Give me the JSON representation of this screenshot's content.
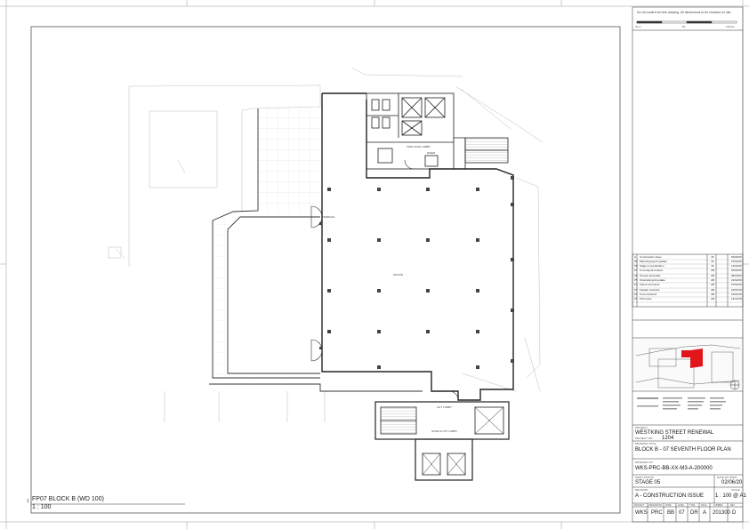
{
  "sheet": {
    "border_note": "Do not scale from this drawing. All dimensions to be checked on site.",
    "scale_bar": [
      "0mm",
      "50",
      "100mm"
    ]
  },
  "drawing_label": {
    "number": "1",
    "title": "FP07 BLOCK B (WD 100)",
    "scale": "1 : 100"
  },
  "rooms": {
    "office": "OFFICE",
    "stair_core": "FIRE STAIR LOBBY",
    "lift_lobby": "LIFT LOBBY",
    "terrace": "TERRACE",
    "stair_lower": "STAIR & LIFT LOBBY",
    "riser": "RISER"
  },
  "revisions": [
    {
      "rev": "A",
      "desc": "Construction Issue",
      "by": "JS",
      "date": "02/06/20"
    },
    {
      "rev": "P9",
      "desc": "Planning layout update",
      "by": "JS",
      "date": "27/04/20"
    },
    {
      "rev": "P8",
      "desc": "Stage 4 coordination",
      "by": "JS",
      "date": "14/04/20"
    },
    {
      "rev": "P7",
      "desc": "Core layout revised",
      "by": "AB",
      "date": "20/03/20"
    },
    {
      "rev": "P6",
      "desc": "Terrace amended",
      "by": "AB",
      "date": "06/03/20"
    },
    {
      "rev": "P5",
      "desc": "Structural grid update",
      "by": "AB",
      "date": "21/02/20"
    },
    {
      "rev": "P4",
      "desc": "Client comments",
      "by": "AB",
      "date": "07/02/20"
    },
    {
      "rev": "P3",
      "desc": "Facade revisions",
      "by": "AB",
      "date": "24/01/20"
    },
    {
      "rev": "P2",
      "desc": "Core revisions",
      "by": "AB",
      "date": "10/01/20"
    },
    {
      "rev": "P1",
      "desc": "First issue",
      "by": "AB",
      "date": "13/12/19"
    }
  ],
  "title_block": {
    "project_label": "PROJECT",
    "project": "WESTKING STREET RENEWAL",
    "project_no_label": "PROJECT NO.",
    "project_no": "1204",
    "drawing_title_label": "DRAWING TITLE",
    "drawing_title": "BLOCK B - 07 SEVENTH FLOOR PLAN",
    "drawing_no_label": "DRAWING NO.",
    "drawing_no": "WKS-PRC-BB-XX-M3-A-200000",
    "status_label": "PRINT STATUS",
    "status": "STAGE 05",
    "date_label": "DATE OF PRINT",
    "date": "02/06/20",
    "revision_label": "REVISION",
    "revision": "A - CONSTRUCTION ISSUE",
    "scale_label": "SCALE",
    "scale": "1 : 100 @ A1",
    "code_headers": [
      "PROJECT",
      "ORIGINATOR",
      "ZONE",
      "LEVEL",
      "TYPE",
      "ROLE",
      "NUMBER",
      "REV"
    ],
    "code_values": [
      "WKS",
      "PRC",
      "BB",
      "07",
      "DR",
      "A",
      "201300",
      "D"
    ]
  },
  "colors": {
    "line": "#333333",
    "light_line": "#b8b8b8",
    "key_plan_highlight": "#e0161b"
  }
}
